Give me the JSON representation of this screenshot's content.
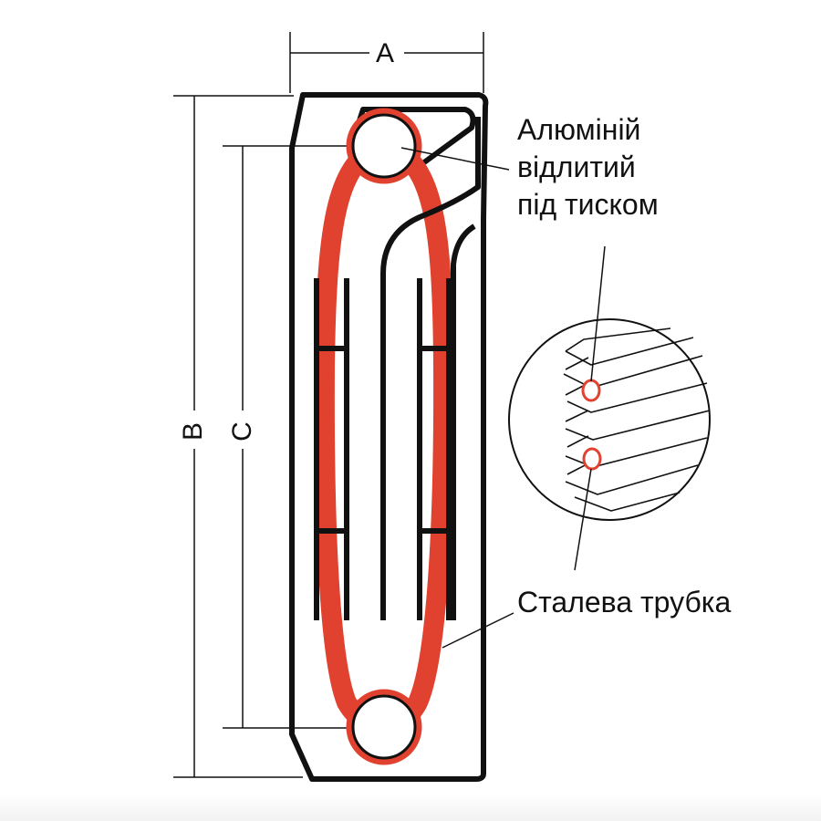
{
  "dimensions": {
    "a": "A",
    "b": "B",
    "c": "C"
  },
  "callouts": {
    "aluminium_line1": "Алюміній",
    "aluminium_line2": "відлитий",
    "aluminium_line3": "під тиском",
    "steel_tube": "Сталева трубка"
  },
  "colors": {
    "outline": "#111111",
    "steel_tube": "#e0422f",
    "background": "#ffffff"
  }
}
